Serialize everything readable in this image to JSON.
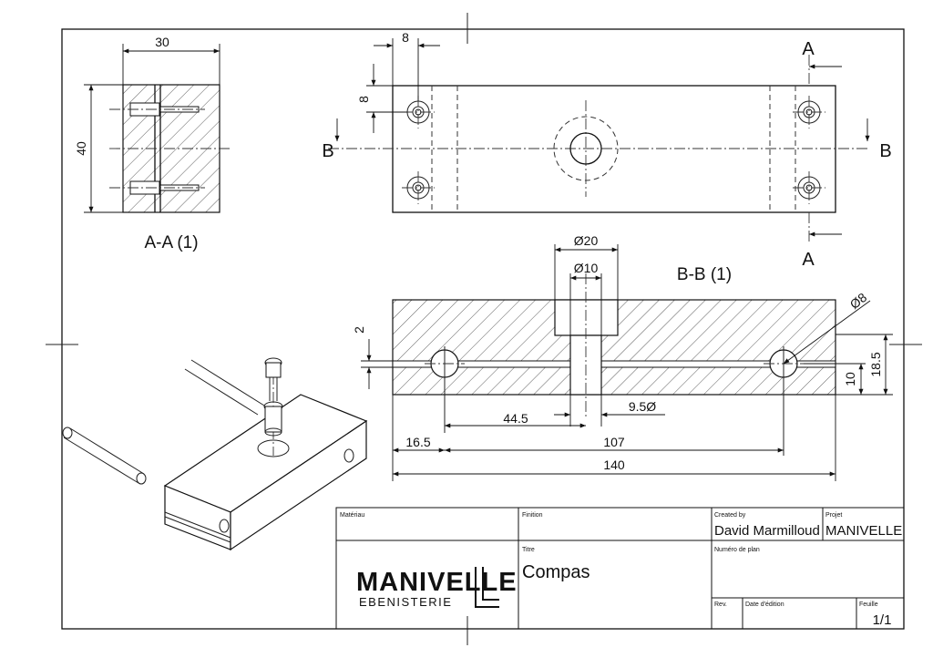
{
  "views": {
    "section_aa": {
      "label": "A-A (1)"
    },
    "section_bb": {
      "label": "B-B (1)"
    },
    "section_markers": {
      "a": "A",
      "b": "B"
    }
  },
  "dimensions": {
    "aa_width": "30",
    "aa_height": "40",
    "top_offset_x": "8",
    "top_offset_y": "8",
    "bore_outer": "Ø20",
    "bore_inner": "Ø10",
    "hole_dia": "Ø8",
    "slot": "2",
    "h_10": "10",
    "h_18_5": "18.5",
    "d_44_5": "44.5",
    "d_9_5": "9.5Ø",
    "d_16_5": "16.5",
    "d_107": "107",
    "d_140": "140"
  },
  "title_block": {
    "materiau_label": "Matériau",
    "finition_label": "Finition",
    "created_by_label": "Created by",
    "created_by": "David Marmilloud",
    "projet_label": "Projet",
    "projet": "MANIVELLE",
    "titre_label": "Titre",
    "titre": "Compas",
    "numero_label": "Numéro de plan",
    "rev_label": "Rev.",
    "date_label": "Date d'édition",
    "feuille_label": "Feuille",
    "feuille": "1/1",
    "logo_main": "MANIVELLE",
    "logo_sub": "EBENISTERIE"
  }
}
